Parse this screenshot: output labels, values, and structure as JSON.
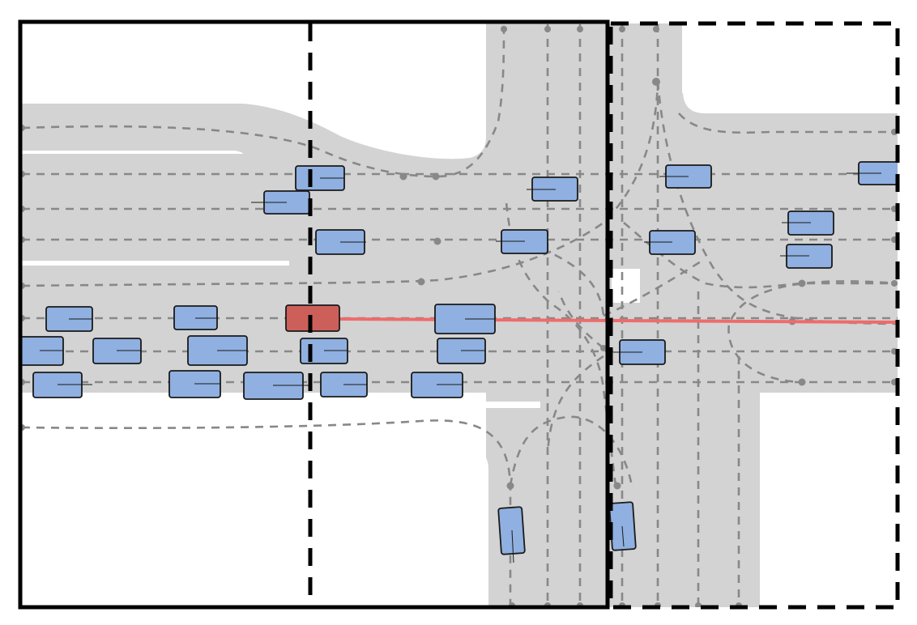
{
  "scene": {
    "type": "traffic-intersection-map",
    "colors": {
      "road": "#d3d3d3",
      "lane_centerline": "#888888",
      "vehicle_fill": "#8fb0e0",
      "vehicle_stroke": "#1a1a1a",
      "ego_fill": "#cd5f5a",
      "ego_ray": "#ef6b6b",
      "frame": "#000000"
    },
    "ego_vehicle": {
      "role": "ego",
      "heading": "east"
    },
    "vehicles": [
      {
        "id": 1,
        "lane": "eastbound",
        "heading": "east"
      },
      {
        "id": 2,
        "lane": "eastbound",
        "heading": "west"
      },
      {
        "id": 3,
        "lane": "eastbound",
        "heading": "east"
      },
      {
        "id": 4,
        "lane": "eastbound",
        "heading": "east"
      },
      {
        "id": 5,
        "lane": "eastbound",
        "heading": "east"
      },
      {
        "id": 6,
        "lane": "eastbound",
        "heading": "east"
      },
      {
        "id": 7,
        "lane": "eastbound",
        "heading": "east"
      },
      {
        "id": 8,
        "lane": "eastbound",
        "heading": "east"
      },
      {
        "id": 9,
        "lane": "eastbound",
        "heading": "east"
      },
      {
        "id": 10,
        "lane": "eastbound",
        "heading": "east"
      },
      {
        "id": 11,
        "lane": "eastbound",
        "heading": "east"
      },
      {
        "id": 12,
        "lane": "eastbound",
        "heading": "east"
      },
      {
        "id": 13,
        "lane": "eastbound",
        "heading": "east"
      },
      {
        "id": 14,
        "lane": "eastbound",
        "heading": "east"
      },
      {
        "id": 15,
        "lane": "eastbound",
        "heading": "east"
      },
      {
        "id": 16,
        "lane": "eastbound",
        "heading": "east"
      },
      {
        "id": 17,
        "lane": "eastbound",
        "heading": "east"
      },
      {
        "id": 18,
        "lane": "eastbound",
        "heading": "east"
      },
      {
        "id": 19,
        "lane": "eastbound",
        "heading": "east"
      },
      {
        "id": 20,
        "lane": "eastbound",
        "heading": "east"
      },
      {
        "id": 21,
        "lane": "eastbound",
        "heading": "east"
      },
      {
        "id": 22,
        "lane": "eastbound",
        "heading": "east"
      },
      {
        "id": 23,
        "lane": "eastbound",
        "heading": "east"
      },
      {
        "id": 24,
        "lane": "westbound",
        "heading": "west"
      },
      {
        "id": 25,
        "lane": "northbound",
        "heading": "north"
      },
      {
        "id": 26,
        "lane": "northbound",
        "heading": "north"
      }
    ],
    "frames": [
      {
        "id": "current-window",
        "style": "solid"
      },
      {
        "id": "extended-window",
        "style": "dashed"
      },
      {
        "id": "ego-divider",
        "style": "dashed"
      }
    ]
  }
}
